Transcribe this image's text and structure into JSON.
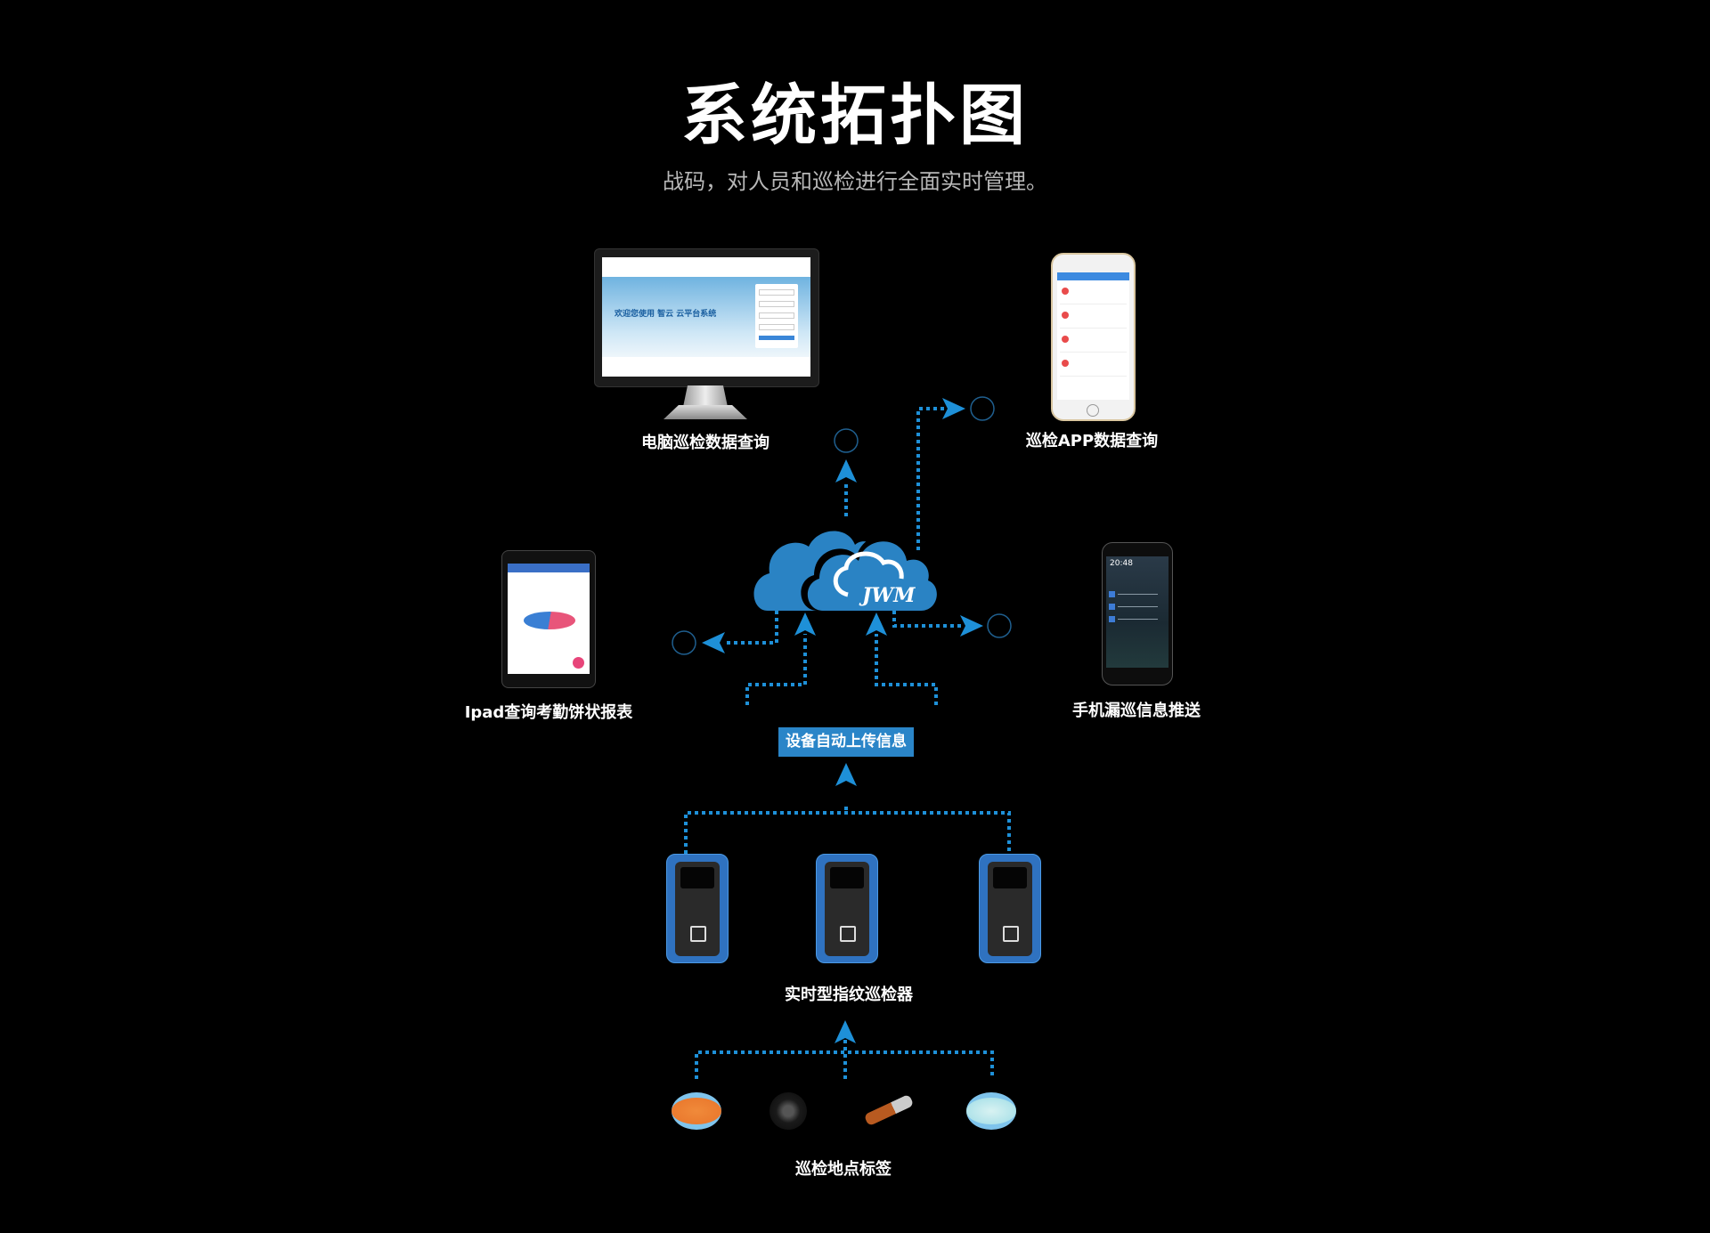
{
  "title": "系统拓扑图",
  "subtitle": "战码，对人员和巡检进行全面实时管理。",
  "nodes": {
    "pc": {
      "label": "电脑巡检数据查询",
      "screen_text": "欢迎您使用 智云 云平台系统"
    },
    "app": {
      "label": "巡检APP数据查询"
    },
    "ipad": {
      "label": "Ipad查询考勤饼状报表"
    },
    "mobile": {
      "label": "手机漏巡信息推送",
      "clock": "20:48"
    },
    "cloud": {
      "logo": "JWM"
    },
    "upload": {
      "label": "设备自动上传信息"
    },
    "devices": {
      "label": "实时型指纹巡检器",
      "count": 3
    },
    "tags": {
      "label": "巡检地点标签",
      "items": [
        "orange-tag-icon",
        "black-button-tag-icon",
        "glass-tube-tag-icon",
        "light-blue-tag-icon"
      ]
    }
  },
  "colors": {
    "accent": "#2a85c8",
    "line": "#1e90d8",
    "background": "#000000"
  }
}
